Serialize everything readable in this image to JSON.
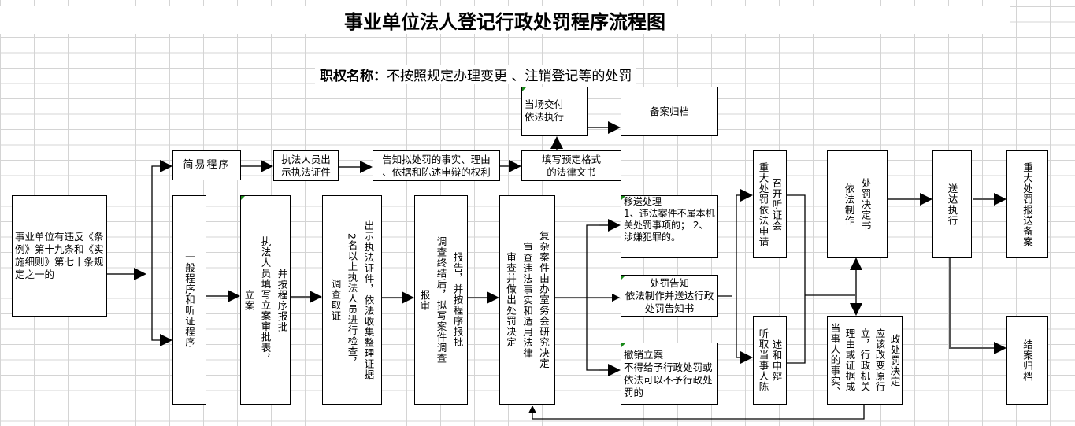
{
  "title": "事业单位法人登记行政处罚程序流程图",
  "subtitle": {
    "label": "职权名称：",
    "value": "不按照规定办理变更 、注销登记等的处罚"
  },
  "nodes": {
    "start": "事业单位有违反《条例》第十九条和《实施细则》第七十条规定之一的",
    "simple": "简易程序",
    "show_cert": "执法人员出\n示执法证件",
    "inform": "告知拟处罚的事实、理由\n、依据和陈述申辩的权利",
    "fill_doc": "填写预定格式\n的法律文书",
    "deliver": "当场交付\n依法执行",
    "archive_record": "备案归档",
    "general": "一般程序和听证程序",
    "filing": "立案\n执法人员填写立案审批表，\n并按程序报批",
    "investigate": "调查取证\n2名以上执法人员进行检查，\n出示执法证件，依法收集整理证据",
    "report": "报审\n调查终结后，拟写案件调查\n报告，并按程序报批",
    "review": "审查并做出处罚决定\n审查违法事实和适用法律\n复杂案件由办室务会研究决定",
    "transfer": "移送处理\n1、违法案件不属本机关处罚事项的；  2、涉嫌犯罪的。",
    "notice": "处罚告知\n依法制作并送达行政处罚告知书",
    "revoke": "撤销立案\n不得给予行政处罚或依法可以不予行政处罚的",
    "hearing": "重大处罚依法申请\n召开听证会",
    "statement": "听取当事人陈\n述和申辩",
    "decision": "依法制作\n处罚决定书",
    "change": "当事人的事实、\n理由或证据成\n立，行政机关\n应该改变原行\n政处罚决定",
    "execute": "送达执行",
    "major_record": "重大处罚报送备案",
    "close": "结案归档"
  }
}
